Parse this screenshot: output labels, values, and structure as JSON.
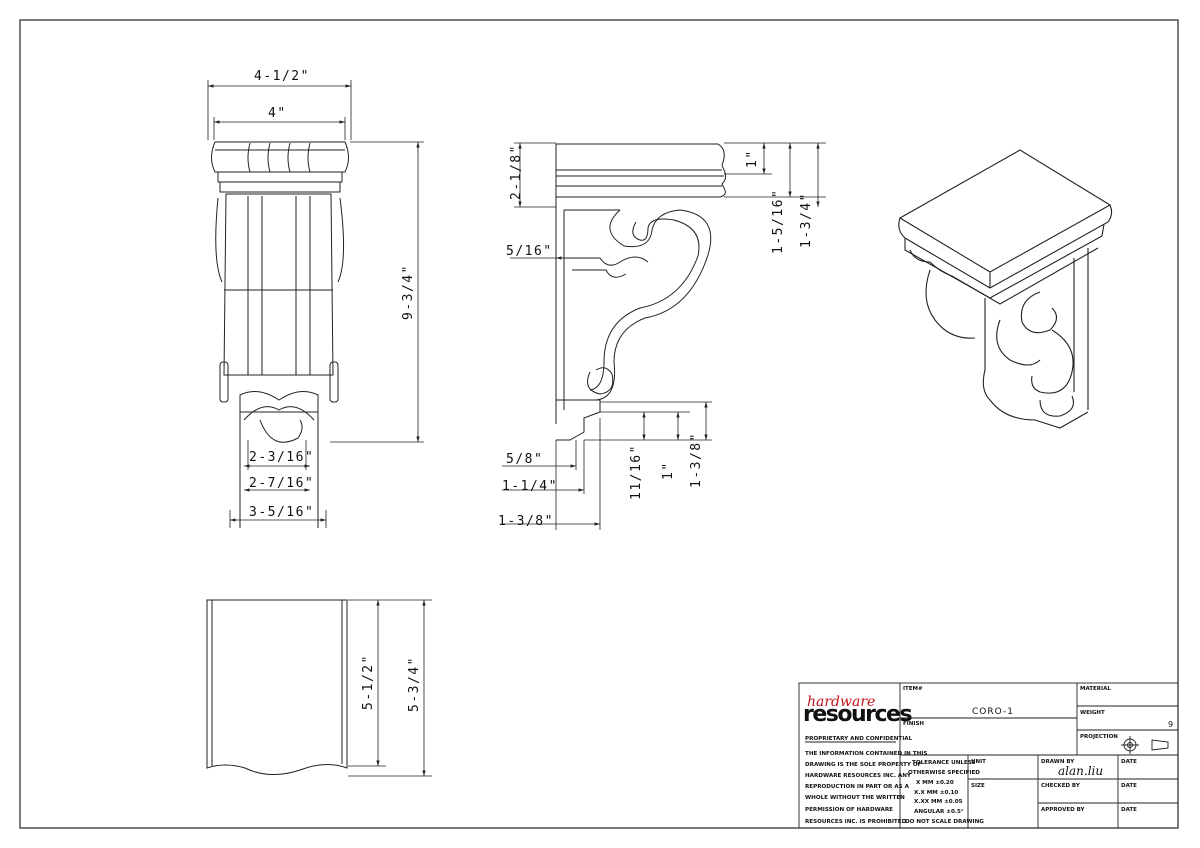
{
  "drawing": {
    "front_view": {
      "dims": {
        "overall_width": "4-1/2\"",
        "top_width": "4\"",
        "height": "9-3/4\"",
        "base_inner": "2-3/16\"",
        "base_mid": "2-7/16\"",
        "base_outer": "3-5/16\""
      }
    },
    "side_view": {
      "dims": {
        "cap_height": "2-1/8\"",
        "cap_top": "1\"",
        "cap_mid": "1-5/16\"",
        "cap_total": "1-3/4\"",
        "back_inset": "5/16\"",
        "foot_a": "5/8\"",
        "foot_b": "1-1/4\"",
        "foot_c": "1-3/8\"",
        "foot_h1": "11/16\"",
        "foot_h2": "1\"",
        "foot_h3": "1-3/8\""
      }
    },
    "top_view": {
      "dims": {
        "depth_inner": "5-1/2\"",
        "depth_outer": "5-3/4\""
      }
    }
  },
  "title_block": {
    "logo": {
      "script": "hardware",
      "bold": "resources"
    },
    "proprietary_heading": "PROPRIETARY AND CONFIDENTIAL",
    "proprietary_lines": [
      "THE INFORMATION CONTAINED IN THIS",
      "DRAWING IS THE SOLE PROPERTY OF",
      "HARDWARE RESOURCES INC. ANY",
      "REPRODUCTION IN PART OR AS A",
      "WHOLE WITHOUT THE WRITTEN",
      "PERMISSION OF HARDWARE",
      "RESOURCES INC. IS PROHIBITED"
    ],
    "item_label": "ITEM#",
    "item_value": "CORO-1",
    "finish_label": "FINISH",
    "material_label": "MATERIAL",
    "weight_label": "WEIGHT",
    "weight_value": "9",
    "projection_label": "PROJECTION",
    "tolerance_lines": [
      "TOLERANCE UNLESS",
      "OTHERWISE SPECIFIED",
      "X    MM    ±0.20",
      "X.X    MM    ±0.10",
      "X.XX  MM   ±0.05",
      "ANGULAR    ±0.5°",
      "DO NOT SCALE DRAWING"
    ],
    "unit_label": "UNIT",
    "size_label": "SIZE",
    "drawn_by_label": "DRAWN BY",
    "drawn_by_value": "alan.liu",
    "checked_by_label": "CHECKED BY",
    "approved_by_label": "APPROVED BY",
    "date_label": "DATE"
  }
}
